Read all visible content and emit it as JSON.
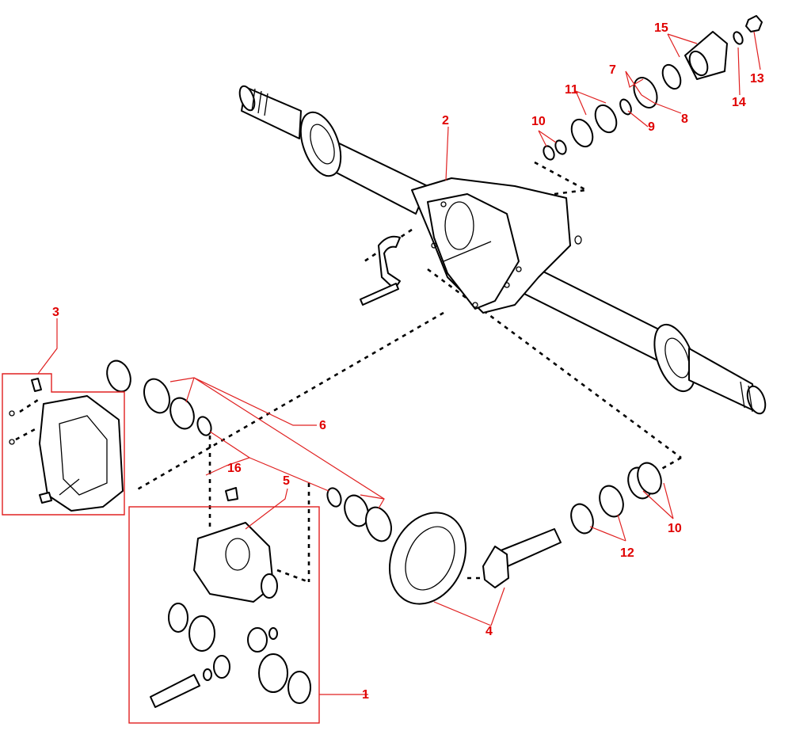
{
  "diagram": {
    "callouts": [
      {
        "id": "1",
        "label": "1"
      },
      {
        "id": "2",
        "label": "2"
      },
      {
        "id": "3",
        "label": "3"
      },
      {
        "id": "4",
        "label": "4"
      },
      {
        "id": "5",
        "label": "5"
      },
      {
        "id": "6",
        "label": "6"
      },
      {
        "id": "7",
        "label": "7"
      },
      {
        "id": "8",
        "label": "8"
      },
      {
        "id": "9",
        "label": "9"
      },
      {
        "id": "10a",
        "label": "10"
      },
      {
        "id": "10b",
        "label": "10"
      },
      {
        "id": "11",
        "label": "11"
      },
      {
        "id": "12",
        "label": "12"
      },
      {
        "id": "13",
        "label": "13"
      },
      {
        "id": "14",
        "label": "14"
      },
      {
        "id": "15",
        "label": "15"
      },
      {
        "id": "16",
        "label": "16"
      }
    ],
    "colors": {
      "callout": "#e00000",
      "leader": "#e02020",
      "line_art": "#000000",
      "background": "#ffffff"
    }
  }
}
